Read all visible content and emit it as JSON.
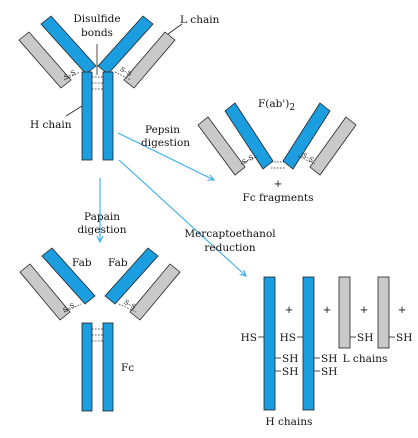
{
  "colors": {
    "heavy": "#1a9ee0",
    "light": "#c9c9c9",
    "outline": "#222222",
    "arrow": "#3aaee8"
  },
  "labels": {
    "disulfide": "Disulfide",
    "bonds": "bonds",
    "l_chain": "L chain",
    "h_chain": "H chain",
    "pepsin": "Pepsin",
    "pepsin_digestion": "digestion",
    "fab2_main": "F(ab')",
    "fab2_sub": "2",
    "plus": "+",
    "fc_fragments": "Fc  fragments",
    "papain": "Papain",
    "papain_digestion": "digestion",
    "fab_left": "Fab",
    "fab_right": "Fab",
    "fc": "Fc",
    "merc1": "Mercaptoethanol",
    "merc2": "reduction",
    "h_chains": "H chains",
    "l_chains": "L chains",
    "hs": "HS",
    "sh": "SH",
    "ss": "S–S"
  }
}
